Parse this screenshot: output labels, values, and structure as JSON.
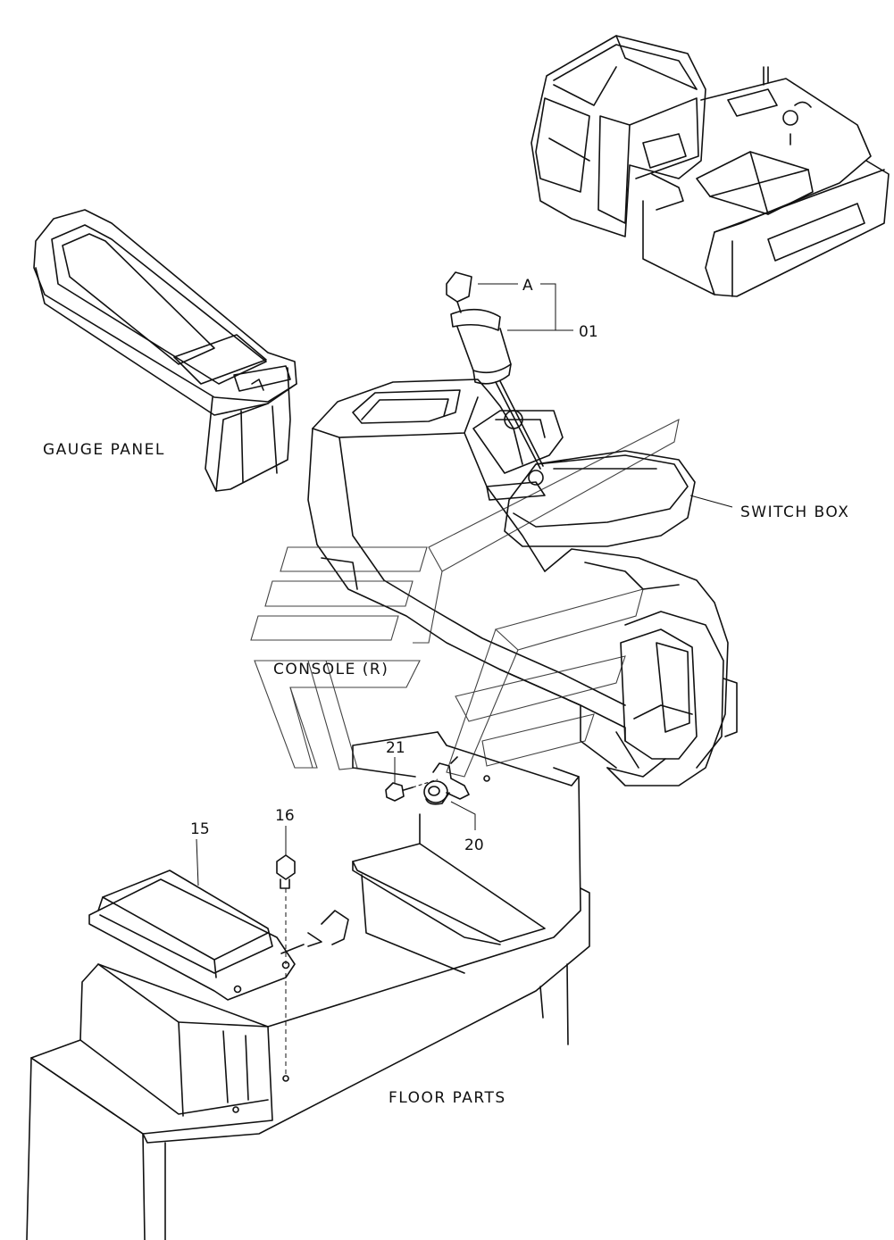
{
  "labels": {
    "gauge_panel": "GAUGE PANEL",
    "switch_box": "SWITCH BOX",
    "console_r": "CONSOLE (R)",
    "floor_parts": "FLOOR PARTS"
  },
  "callouts": {
    "a": "A",
    "p01": "01",
    "p15": "15",
    "p16": "16",
    "p20": "20",
    "p21": "21"
  }
}
